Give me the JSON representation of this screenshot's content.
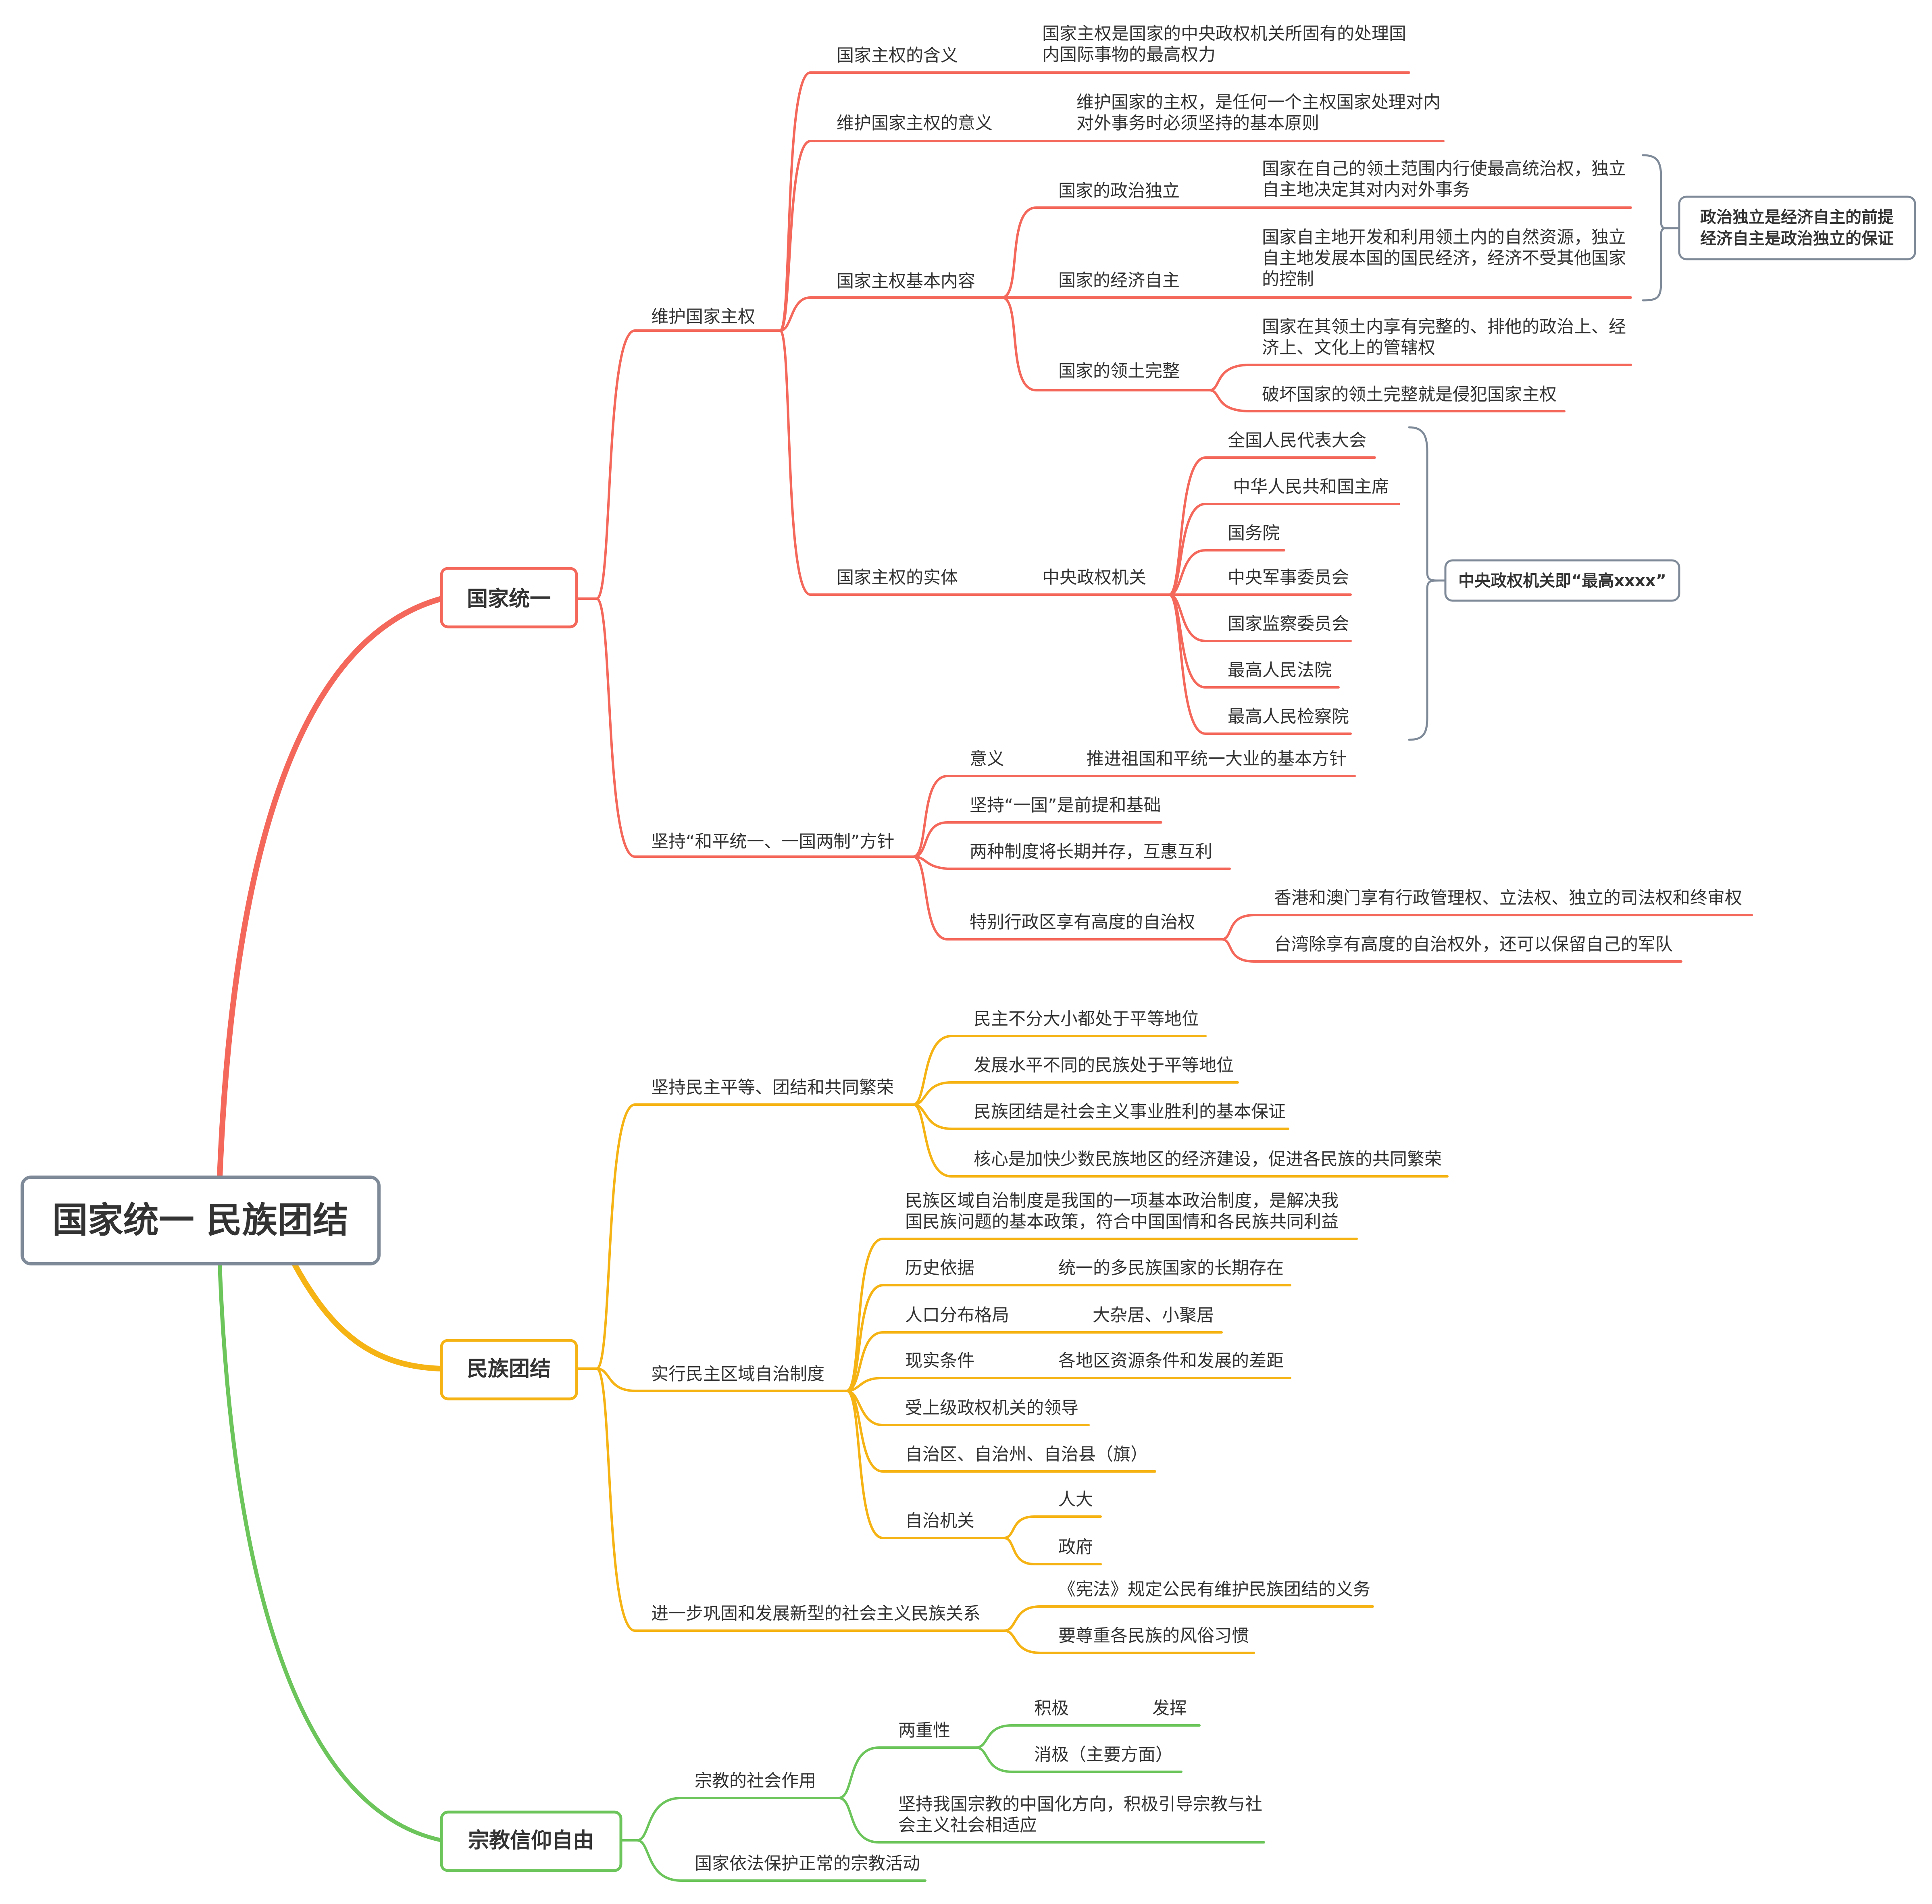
{
  "root": "国家统一 民族团结",
  "branches": {
    "unity": {
      "label": "国家统一",
      "color": "#F4685B",
      "sovereignty": {
        "label": "维护国家主权",
        "meaning": {
          "label": "国家主权的含义",
          "text": [
            "国家主权是国家的中央政权机关所固有的处理国",
            "内国际事物的最高权力"
          ]
        },
        "significance": {
          "label": "维护国家主权的意义",
          "text": [
            "维护国家的主权，是任何一个主权国家处理对内",
            "对外事务时必须坚持的基本原则"
          ]
        },
        "content": {
          "label": "国家主权基本内容",
          "political": {
            "label": "国家的政治独立",
            "text": [
              "国家在自己的领土范围内行使最高统治权，独立",
              "自主地决定其对内对外事务"
            ]
          },
          "economic": {
            "label": "国家的经济自主",
            "text": [
              "国家自主地开发和利用领土内的自然资源，独立",
              "自主地发展本国的国民经济，经济不受其他国家",
              "的控制"
            ]
          },
          "territory": {
            "label": "国家的领土完整",
            "text1": [
              "国家在其领土内享有完整的、排他的政治上、经",
              "济上、文化上的管辖权"
            ],
            "text2": "破坏国家的领土完整就是侵犯国家主权"
          },
          "note": [
            "政治独立是经济自主的前提",
            "经济自主是政治独立的保证"
          ]
        },
        "entity": {
          "label": "国家主权的实体",
          "organ": "中央政权机关",
          "items": [
            "全国人民代表大会",
            "中华人民共和国主席",
            "国务院",
            "中央军事委员会",
            "国家监察委员会",
            "最高人民法院",
            "最高人民检察院"
          ],
          "note": "中央政权机关即“最高xxxx”"
        }
      },
      "policy": {
        "label": "坚持“和平统一、一国两制”方针",
        "meaning_label": "意义",
        "meaning_text": "推进祖国和平统一大业的基本方针",
        "one_country": "坚持“一国”是前提和基础",
        "two_systems": "两种制度将长期并存，互惠互利",
        "autonomy": {
          "label": "特别行政区享有高度的自治权",
          "hk": "香港和澳门享有行政管理权、立法权、独立的司法权和终审权",
          "tw": "台湾除享有高度的自治权外，还可以保留自己的军队"
        }
      }
    },
    "ethnic": {
      "label": "民族团结",
      "color": "#F5B314",
      "equality": {
        "label": "坚持民主平等、团结和共同繁荣",
        "items": [
          "民主不分大小都处于平等地位",
          "发展水平不同的民族处于平等地位",
          "民族团结是社会主义事业胜利的基本保证",
          "核心是加快少数民族地区的经济建设，促进各民族的共同繁荣"
        ]
      },
      "autonomy": {
        "label": "实行民主区域自治制度",
        "intro": [
          "民族区域自治制度是我国的一项基本政治制度，是解决我",
          "国民族问题的基本政策，符合中国国情和各民族共同利益"
        ],
        "history": {
          "label": "历史依据",
          "value": "统一的多民族国家的长期存在"
        },
        "population": {
          "label": "人口分布格局",
          "value": "大杂居、小聚居"
        },
        "reality": {
          "label": "现实条件",
          "value": "各地区资源条件和发展的差距"
        },
        "leadership": "受上级政权机关的领导",
        "regions": "自治区、自治州、自治县（旗）",
        "organs": {
          "label": "自治机关",
          "items": [
            "人大",
            "政府"
          ]
        }
      },
      "relations": {
        "label": "进一步巩固和发展新型的社会主义民族关系",
        "items": [
          "《宪法》规定公民有维护民族团结的义务",
          "要尊重各民族的风俗习惯"
        ]
      }
    },
    "religion": {
      "label": "宗教信仰自由",
      "color": "#6CC55B",
      "role": {
        "label": "宗教的社会作用",
        "duality": {
          "label": "两重性",
          "positive": "积极",
          "positive_value": "发挥",
          "negative": "消极（主要方面）"
        },
        "sinicization": [
          "坚持我国宗教的中国化方向，积极引导宗教与社",
          "会主义社会相适应"
        ]
      },
      "protect": "国家依法保护正常的宗教活动"
    }
  },
  "note_stroke": "#7F8A99"
}
